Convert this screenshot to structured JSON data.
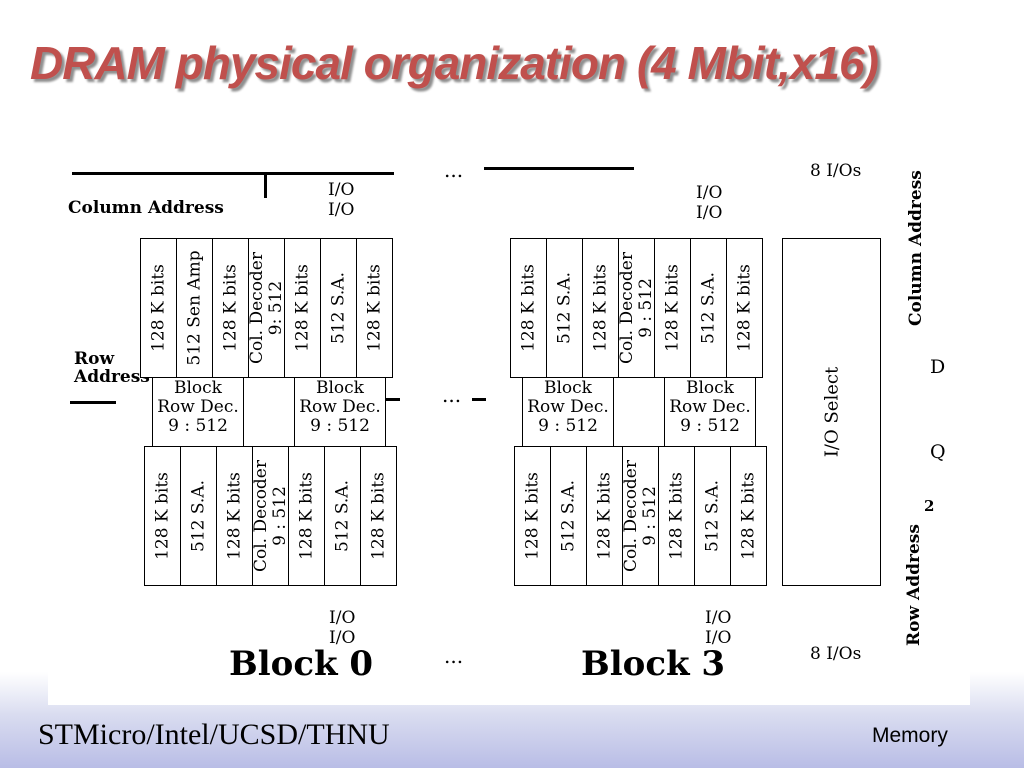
{
  "slide": {
    "title": "DRAM physical organization (4 Mbit,x16)",
    "footer_left": "STMicro/Intel/UCSD/THNU",
    "footer_right": "Memory"
  },
  "diagram": {
    "column_address": "Column Address",
    "row_address_lines": [
      "Row",
      "Address"
    ],
    "ellipsis": "...",
    "io": "I/O",
    "eight_ios": "8 I/Os",
    "io_select": "I/O Select",
    "side_column_address": "Column Address",
    "side_row_address": "Row Address",
    "d": "D",
    "q": "Q",
    "two": "2",
    "block0": "Block 0",
    "block3": "Block 3",
    "block_row_dec": [
      "Block",
      "Row Dec.",
      "9 : 512"
    ],
    "block0_top_columns": [
      [
        "128 K bits"
      ],
      [
        "512 Sen Amp"
      ],
      [
        "128 K bits"
      ],
      [
        "Col. Decoder",
        "9: 512"
      ],
      [
        "128 K bits"
      ],
      [
        "512 S.A."
      ],
      [
        "128 K bits"
      ]
    ],
    "standard_columns": [
      [
        "128 K bits"
      ],
      [
        "512 S.A."
      ],
      [
        "128 K bits"
      ],
      [
        "Col. Decoder",
        "9 : 512"
      ],
      [
        "128 K bits"
      ],
      [
        "512 S.A."
      ],
      [
        "128 K bits"
      ]
    ]
  }
}
